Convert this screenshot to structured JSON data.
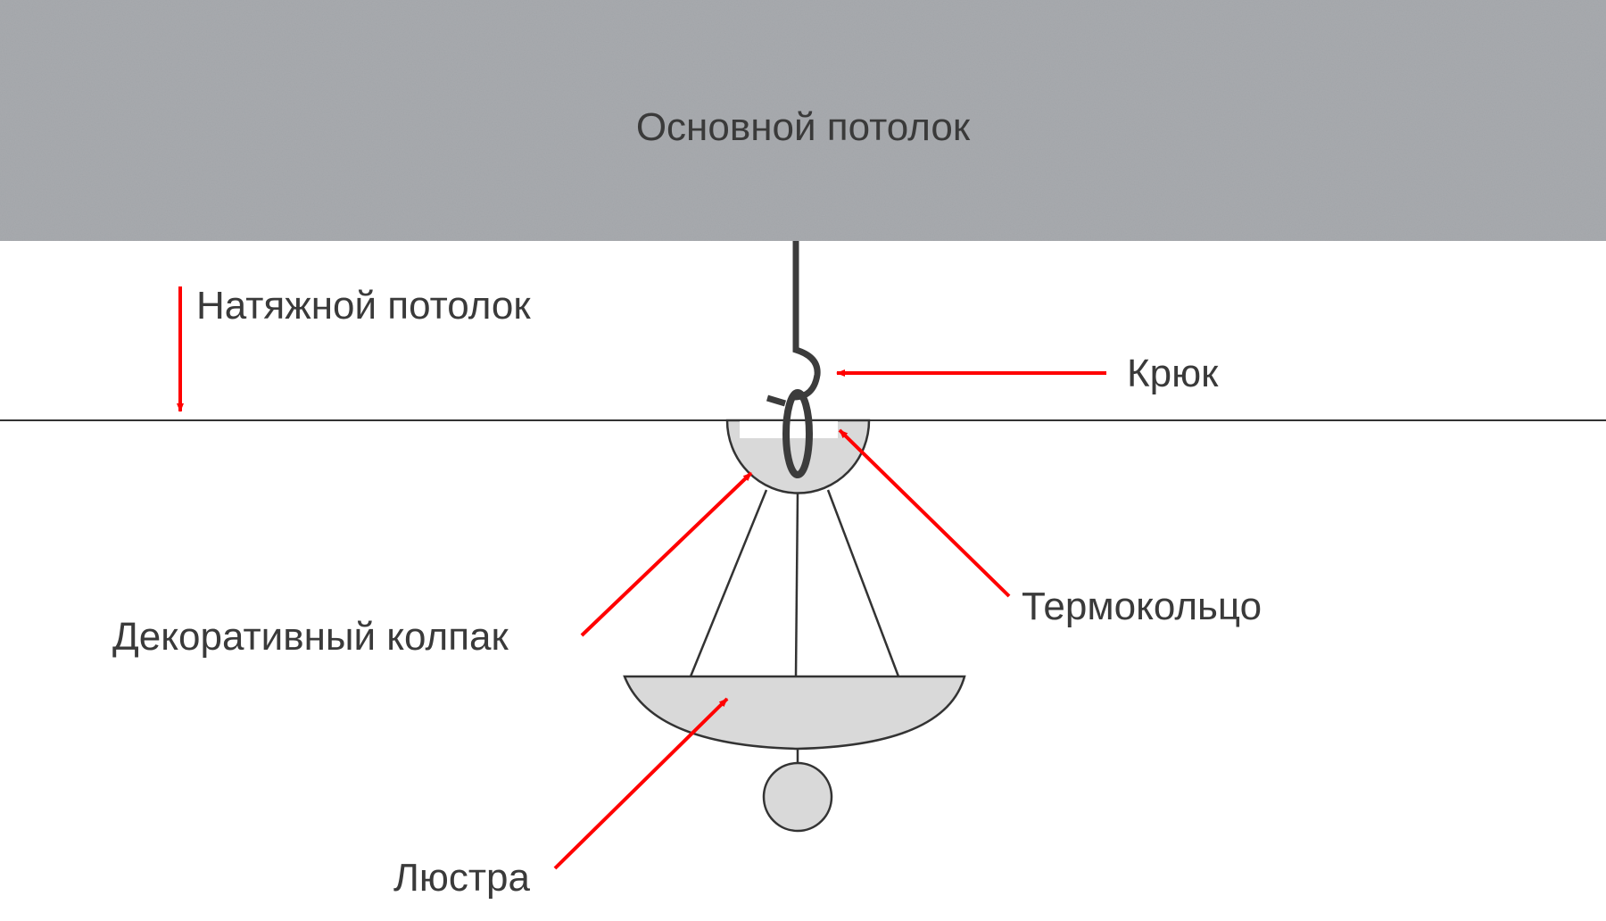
{
  "labels": {
    "main_ceiling": "Основной потолок",
    "stretch_ceiling": "Натяжной потолок",
    "hook": "Крюк",
    "decorative_cap": "Декоративный колпак",
    "thermo_ring": "Термокольцо",
    "chandelier": "Люстра"
  },
  "colors": {
    "concrete": "#a2a5a9",
    "arrow": "#ff0000",
    "line": "#333333",
    "fill": "#d9d9d9",
    "hook": "#3c3c3c"
  }
}
